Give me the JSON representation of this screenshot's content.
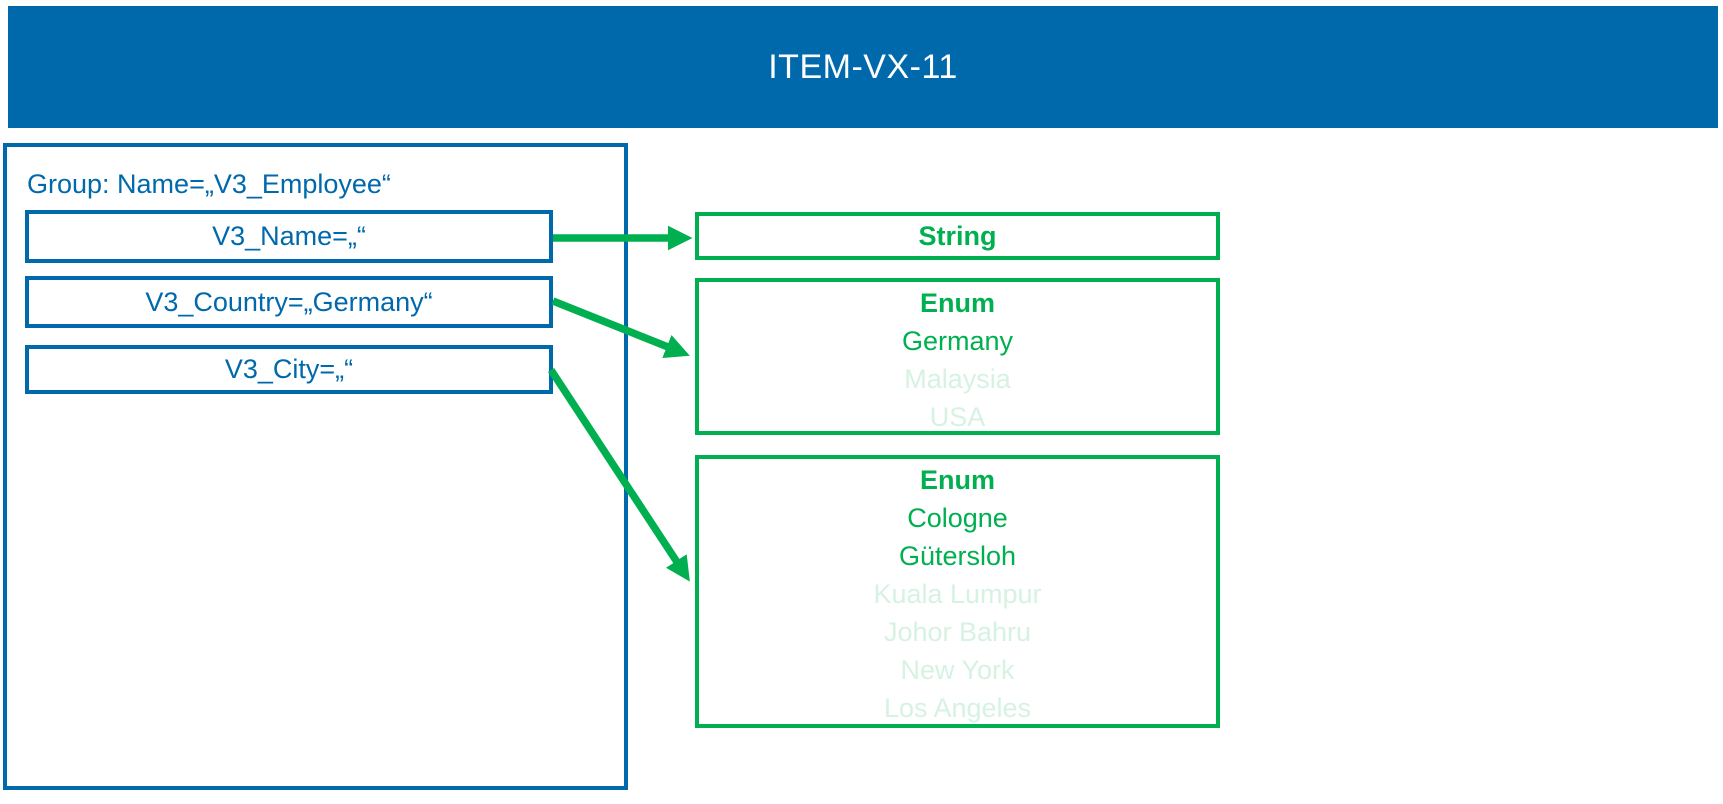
{
  "slide": {
    "title": "ITEM-VX-11"
  },
  "colors": {
    "brand_blue": "#0069AC",
    "brand_green": "#00B050",
    "faded_green": "#D6F2E2",
    "title_text": "#FFFFFF"
  },
  "group": {
    "label": "Group: Name=„V3_Employee“",
    "fields": [
      {
        "label": "V3_Name=„“"
      },
      {
        "label": "V3_Country=„Germany“"
      },
      {
        "label": "V3_City=„“"
      }
    ]
  },
  "targets": {
    "string_type": {
      "title": "String"
    },
    "country_enum": {
      "title": "Enum",
      "options": [
        {
          "label": "Germany",
          "highlighted": true
        },
        {
          "label": "Malaysia",
          "highlighted": false
        },
        {
          "label": "USA",
          "highlighted": false
        }
      ]
    },
    "city_enum": {
      "title": "Enum",
      "options": [
        {
          "label": "Cologne",
          "highlighted": true
        },
        {
          "label": "Gütersloh",
          "highlighted": true
        },
        {
          "label": "Kuala Lumpur",
          "highlighted": false
        },
        {
          "label": "Johor Bahru",
          "highlighted": false
        },
        {
          "label": "New York",
          "highlighted": false
        },
        {
          "label": "Los Angeles",
          "highlighted": false
        }
      ]
    }
  },
  "mappings": [
    {
      "from": "V3_Name",
      "to": "String"
    },
    {
      "from": "V3_Country",
      "to": "Enum (Germany / Malaysia / USA)"
    },
    {
      "from": "V3_City",
      "to": "Enum (Cologne / Gütersloh / Kuala Lumpur / Johor Bahru / New York / Los Angeles)"
    }
  ]
}
